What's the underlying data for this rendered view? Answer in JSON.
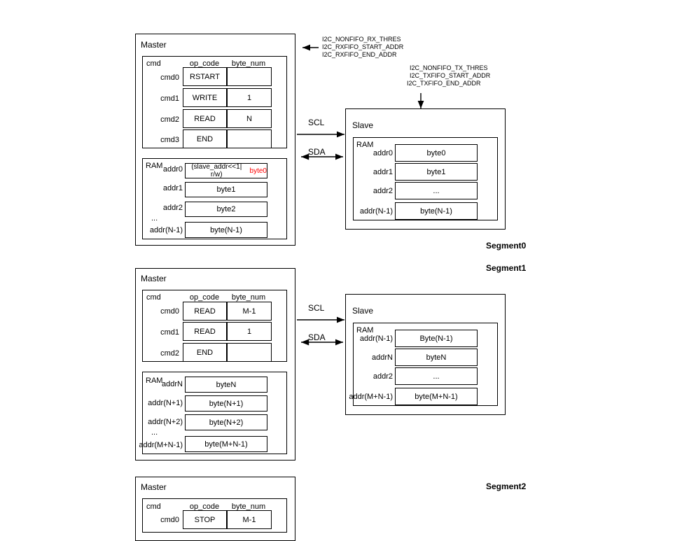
{
  "segments": [
    {
      "label": "Segment0",
      "master": {
        "title": "Master",
        "cmd": {
          "title": "cmd",
          "headers": [
            "op_code",
            "byte_num"
          ],
          "rows": [
            {
              "name": "cmd0",
              "op_code": "RSTART",
              "byte_num": ""
            },
            {
              "name": "cmd1",
              "op_code": "WRITE",
              "byte_num": "1"
            },
            {
              "name": "cmd2",
              "op_code": "READ",
              "byte_num": "N"
            },
            {
              "name": "cmd3",
              "op_code": "END",
              "byte_num": ""
            }
          ]
        },
        "ram": {
          "title": "RAM",
          "rows": [
            {
              "addr": "addr0",
              "value": "(slave_addr<<1| r/w)",
              "value2": "byte0"
            },
            {
              "addr": "addr1",
              "value": "byte1"
            },
            {
              "addr": "addr2",
              "value": "byte2"
            },
            {
              "addr": "...",
              "value": ""
            },
            {
              "addr": "addr(N-1)",
              "value": "byte(N-1)"
            }
          ]
        }
      },
      "slave": {
        "title": "Slave",
        "ram": {
          "title": "RAM",
          "rows": [
            {
              "addr": "addr0",
              "value": "byte0"
            },
            {
              "addr": "addr1",
              "value": "byte1"
            },
            {
              "addr": "addr2",
              "value": "..."
            },
            {
              "addr": "addr(N-1)",
              "value": "byte(N-1)"
            }
          ]
        }
      },
      "bus": {
        "scl": "SCL",
        "sda": "SDA"
      }
    },
    {
      "label": "Segment1",
      "master": {
        "title": "Master",
        "cmd": {
          "title": "cmd",
          "headers": [
            "op_code",
            "byte_num"
          ],
          "rows": [
            {
              "name": "cmd0",
              "op_code": "READ",
              "byte_num": "M-1"
            },
            {
              "name": "cmd1",
              "op_code": "READ",
              "byte_num": "1"
            },
            {
              "name": "cmd2",
              "op_code": "END",
              "byte_num": ""
            }
          ]
        },
        "ram": {
          "title": "RAM",
          "rows": [
            {
              "addr": "addrN",
              "value": "byteN"
            },
            {
              "addr": "addr(N+1)",
              "value": "byte(N+1)"
            },
            {
              "addr": "addr(N+2)",
              "value": "byte(N+2)"
            },
            {
              "addr": "...",
              "value": ""
            },
            {
              "addr": "addr(M+N-1)",
              "value": "byte(M+N-1)"
            }
          ]
        }
      },
      "slave": {
        "title": "Slave",
        "ram": {
          "title": "RAM",
          "rows": [
            {
              "addr": "addr(N-1)",
              "value": "Byte(N-1)"
            },
            {
              "addr": "addrN",
              "value": "byteN"
            },
            {
              "addr": "addr2",
              "value": "..."
            },
            {
              "addr": "addr(M+N-1)",
              "value": "byte(M+N-1)"
            }
          ]
        }
      },
      "bus": {
        "scl": "SCL",
        "sda": "SDA"
      }
    },
    {
      "label": "Segment2",
      "master": {
        "title": "Master",
        "cmd": {
          "title": "cmd",
          "headers": [
            "op_code",
            "byte_num"
          ],
          "rows": [
            {
              "name": "cmd0",
              "op_code": "STOP",
              "byte_num": "M-1"
            }
          ]
        }
      }
    }
  ],
  "annotations": {
    "rx": [
      "I2C_NONFIFO_RX_THRES",
      "I2C_RXFIFO_START_ADDR",
      "I2C_RXFIFO_END_ADDR"
    ],
    "tx": [
      "I2C_NONFIFO_TX_THRES",
      "I2C_TXFIFO_START_ADDR",
      "I2C_TXFIFO_END_ADDR"
    ]
  }
}
